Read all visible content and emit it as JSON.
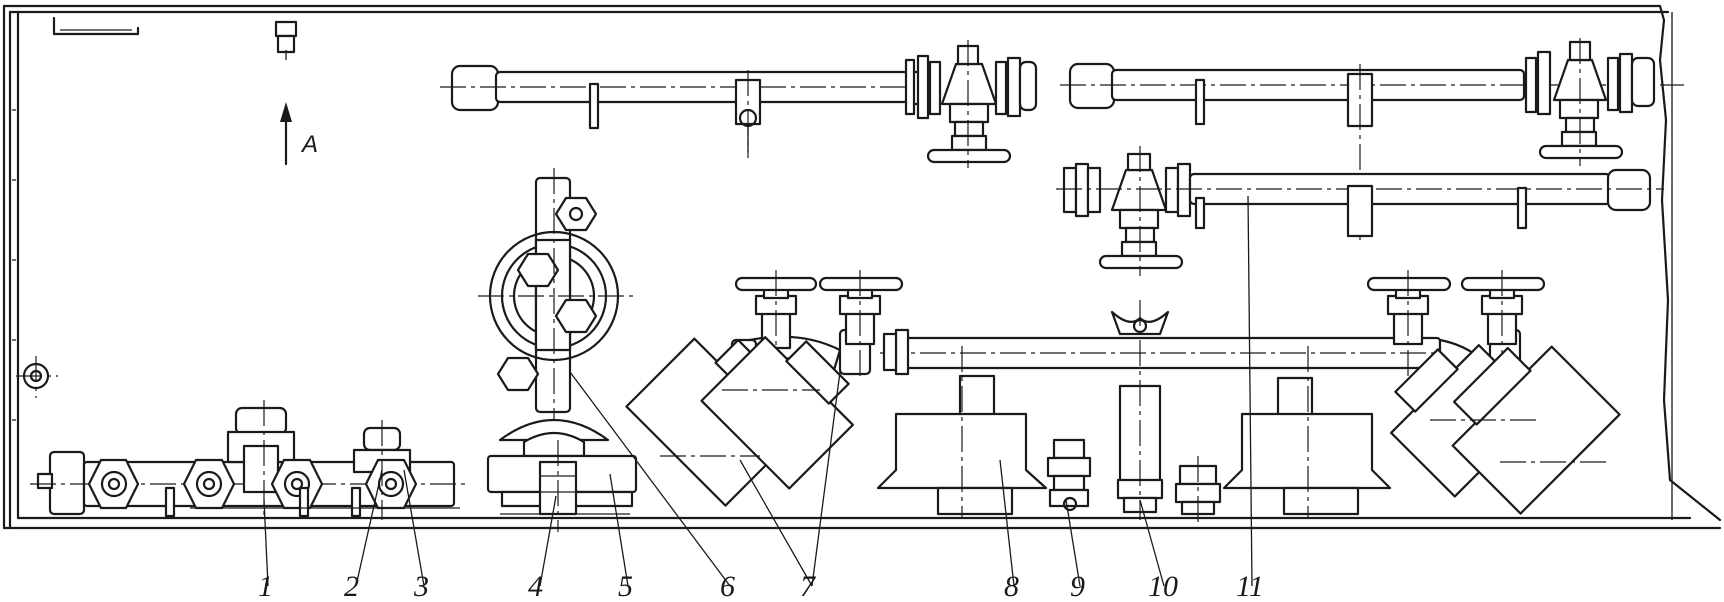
{
  "view_marker": "A",
  "callouts": [
    {
      "id": "1",
      "text": "1"
    },
    {
      "id": "2",
      "text": "2"
    },
    {
      "id": "3",
      "text": "3"
    },
    {
      "id": "4",
      "text": "4"
    },
    {
      "id": "5",
      "text": "5"
    },
    {
      "id": "6",
      "text": "6"
    },
    {
      "id": "7",
      "text": "7"
    },
    {
      "id": "8",
      "text": "8"
    },
    {
      "id": "9",
      "text": "9"
    },
    {
      "id": "10",
      "text": "10"
    },
    {
      "id": "11",
      "text": "11"
    }
  ]
}
